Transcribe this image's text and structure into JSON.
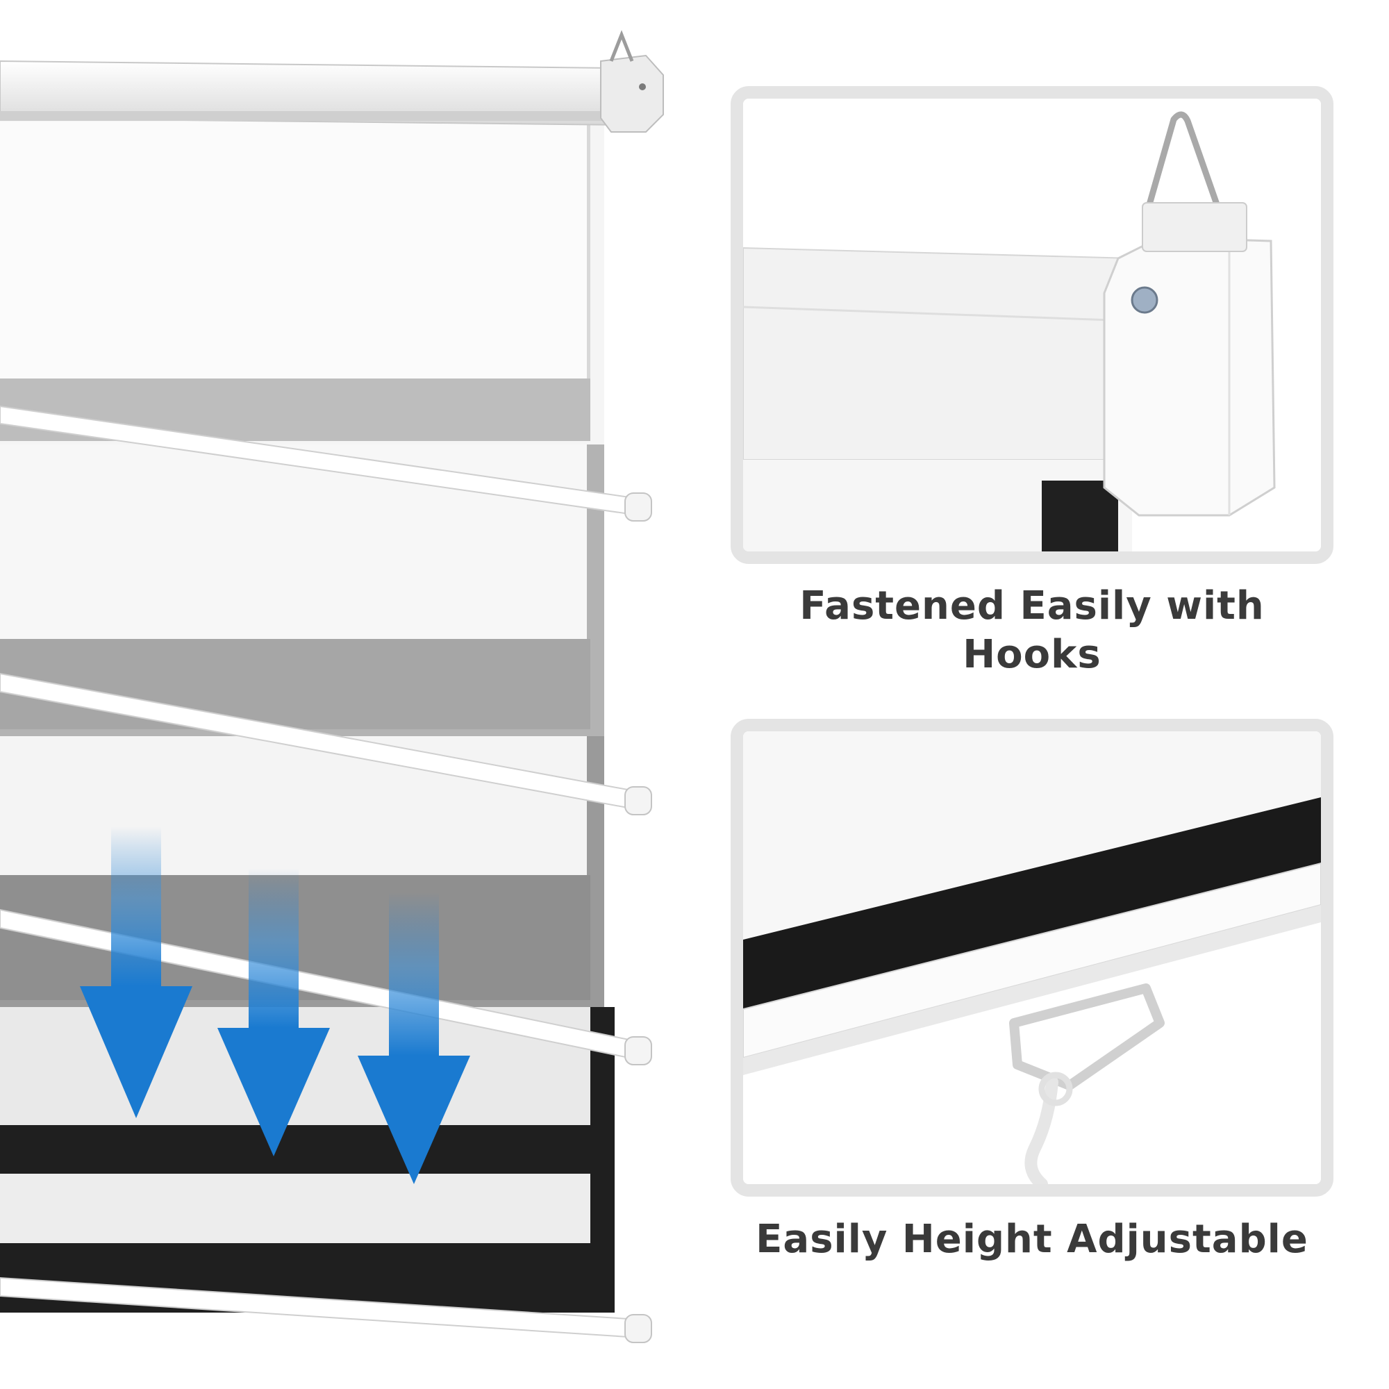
{
  "features": [
    {
      "caption": "Fastened Easily with Hooks",
      "icon": "hook-mount-detail"
    },
    {
      "caption": "Easily Height Adjustable",
      "icon": "pull-cord-detail"
    }
  ],
  "colors": {
    "arrow_blue": "#1a7ad0",
    "screen_border_black": "#1f1f1f",
    "panel_border": "#e4e4e4",
    "caption_text": "#3a3a3a"
  }
}
